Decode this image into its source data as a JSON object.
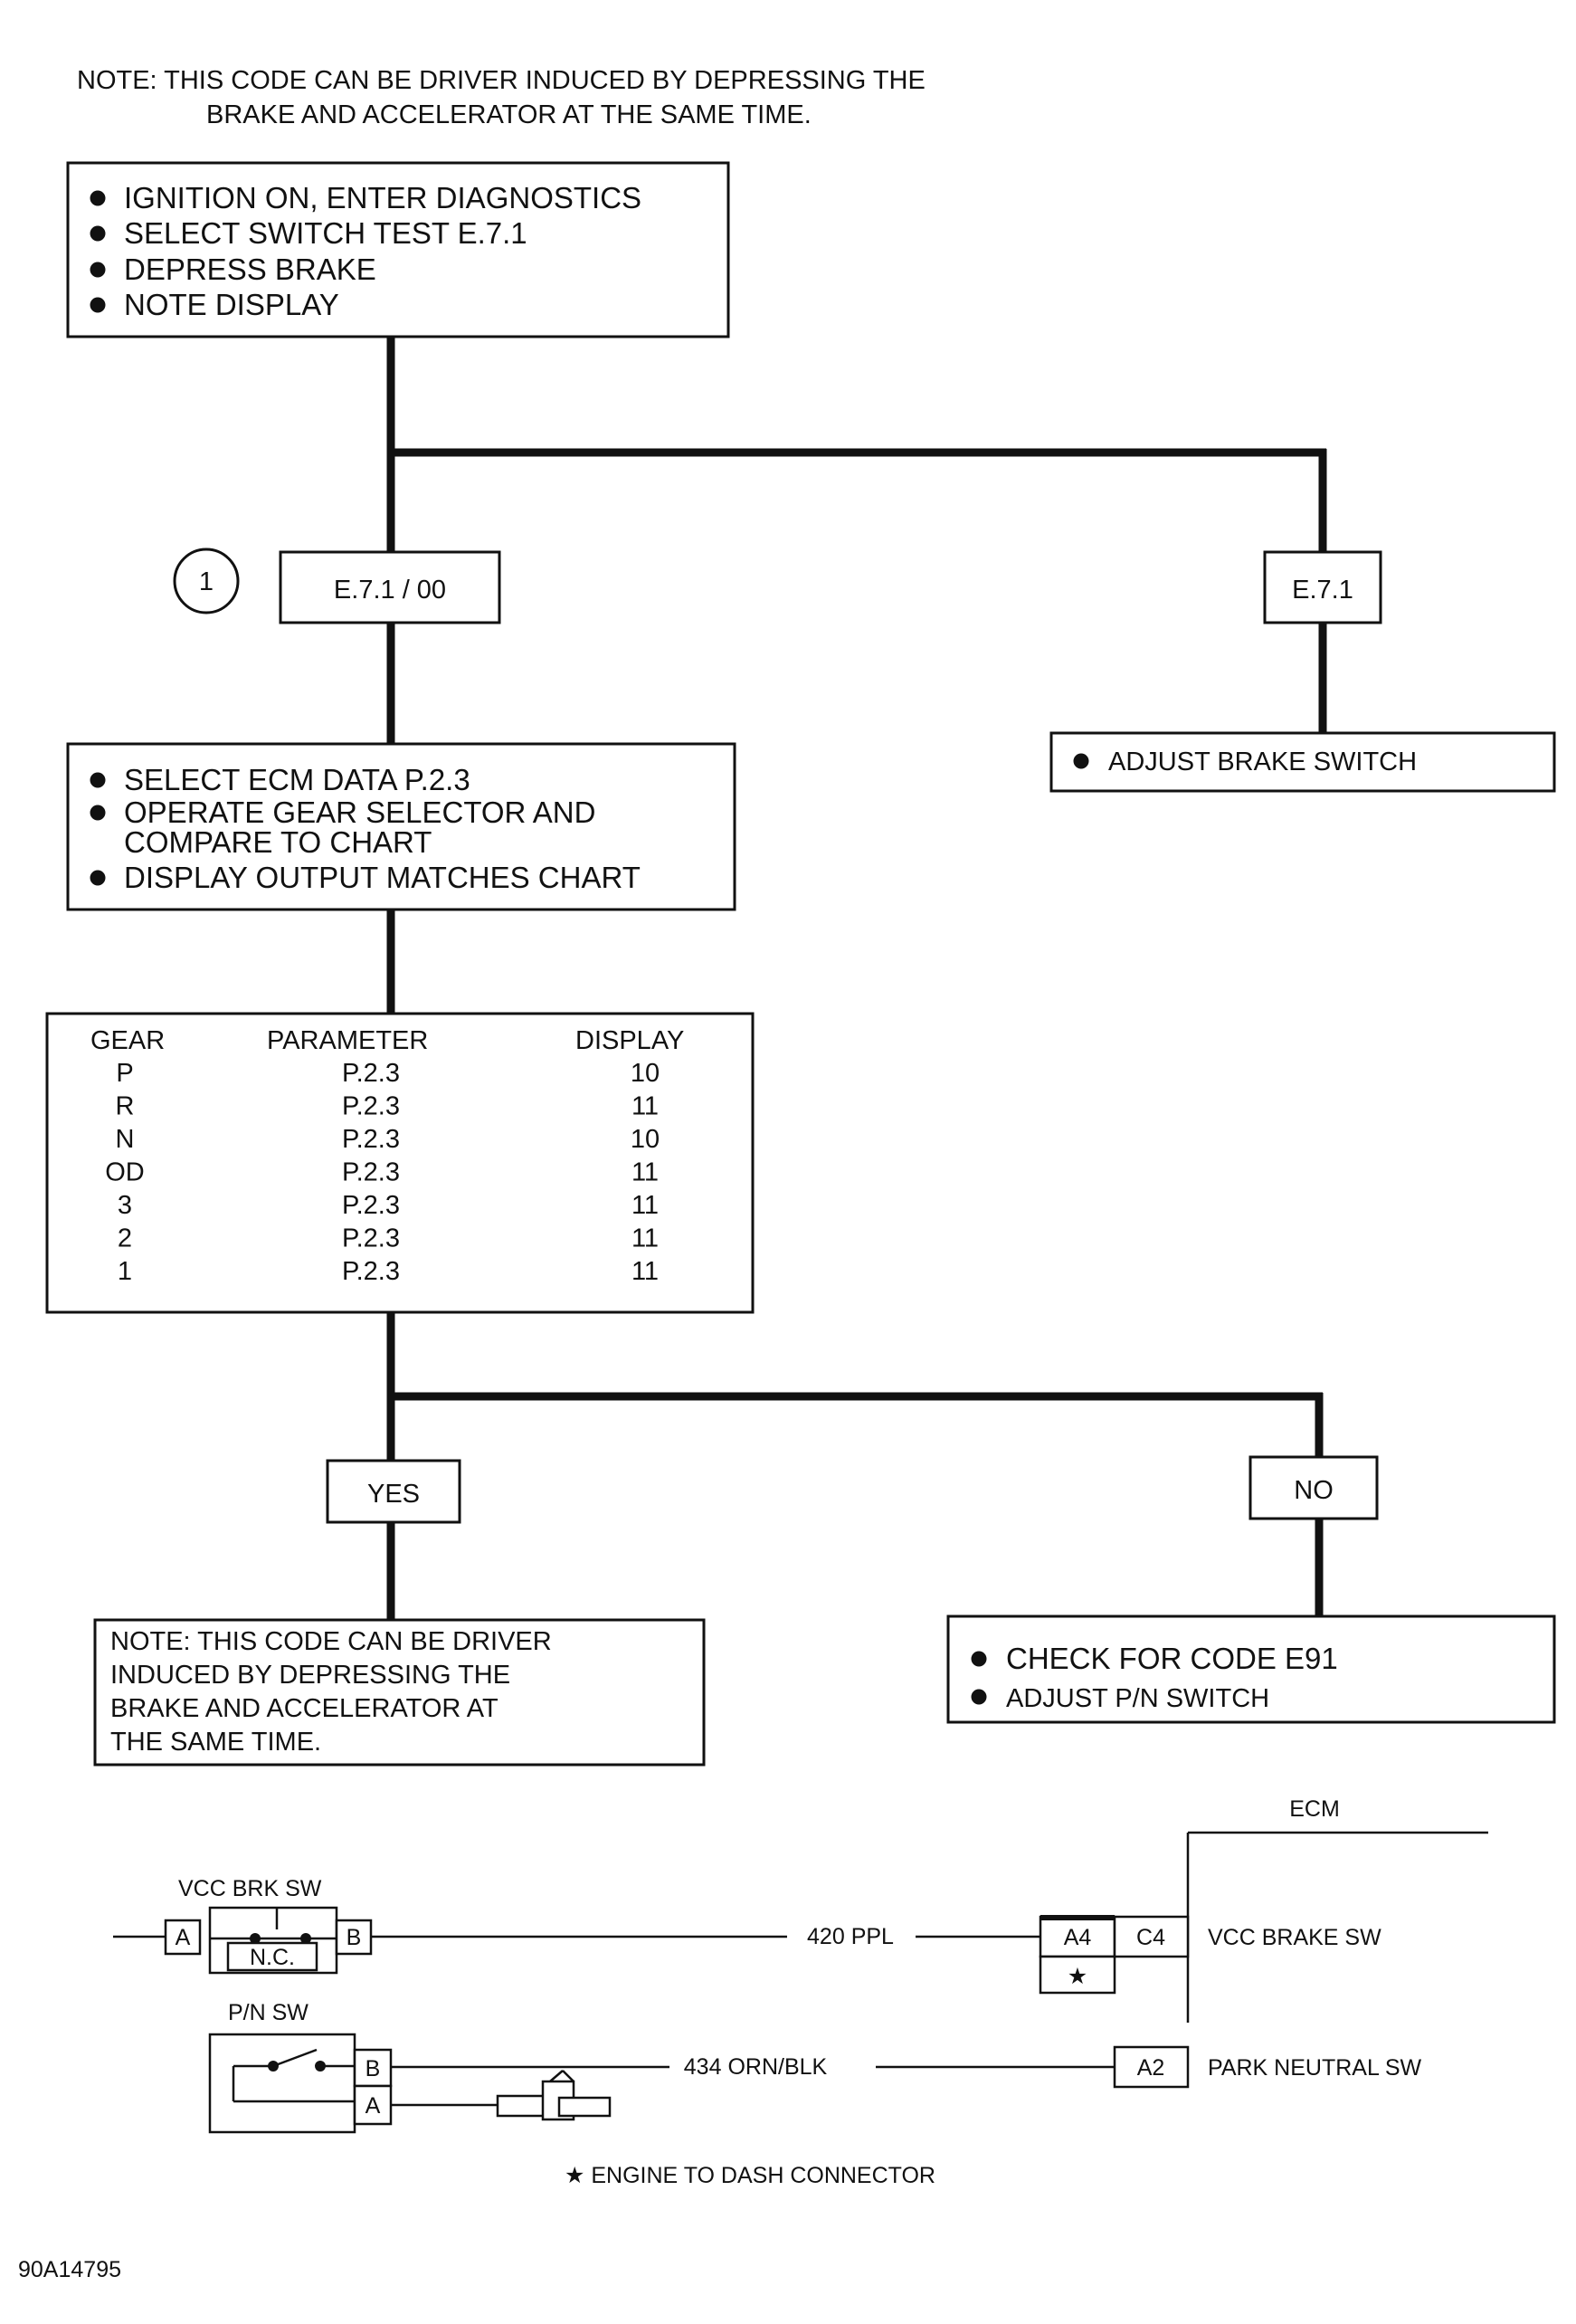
{
  "top_note": {
    "line1": "NOTE: THIS CODE CAN BE DRIVER INDUCED BY DEPRESSING THE",
    "line2": "BRAKE AND ACCELERATOR AT THE SAME TIME."
  },
  "step1": {
    "bullets": [
      "IGNITION ON, ENTER DIAGNOSTICS",
      "SELECT SWITCH TEST E.7.1",
      "DEPRESS BRAKE",
      "NOTE DISPLAY"
    ]
  },
  "marker": {
    "number": "1"
  },
  "result_left": {
    "label": "E.7.1 / 00"
  },
  "result_right": {
    "label": "E.7.1"
  },
  "action_brake": {
    "bullet": "ADJUST BRAKE SWITCH"
  },
  "step2": {
    "bullets": [
      "SELECT ECM DATA P.2.3",
      "OPERATE GEAR SELECTOR  AND",
      "COMPARE TO CHART",
      "DISPLAY OUTPUT MATCHES CHART"
    ]
  },
  "gear_table": {
    "headers": [
      "GEAR",
      "PARAMETER",
      "DISPLAY"
    ],
    "rows": [
      [
        "P",
        "P.2.3",
        "10"
      ],
      [
        "R",
        "P.2.3",
        "11"
      ],
      [
        "N",
        "P.2.3",
        "10"
      ],
      [
        "OD",
        "P.2.3",
        "11"
      ],
      [
        "3",
        "P.2.3",
        "11"
      ],
      [
        "2",
        "P.2.3",
        "11"
      ],
      [
        "1",
        "P.2.3",
        "11"
      ]
    ]
  },
  "decision": {
    "yes": "YES",
    "no": "NO"
  },
  "yes_note": {
    "lines": [
      "NOTE: THIS CODE CAN BE DRIVER",
      "INDUCED BY DEPRESSING THE",
      "BRAKE AND ACCELERATOR AT",
      "THE SAME TIME."
    ]
  },
  "no_action": {
    "bullets": [
      "CHECK FOR CODE E91",
      "ADJUST P/N SWITCH"
    ]
  },
  "wiring": {
    "ecm_label": "ECM",
    "vcc_switch_label": "VCC BRK SW",
    "pin_a": "A",
    "pin_b": "B",
    "nc_label": "N.C.",
    "wire_420": "420 PPL",
    "pin_a4": "A4",
    "pin_c4": "C4",
    "star": "★",
    "vcc_brake_label": "VCC BRAKE SW",
    "pn_switch_label": "P/N SW",
    "wire_434": "434 ORN/BLK",
    "pin_a2": "A2",
    "park_neutral_label": "PARK NEUTRAL SW",
    "legend": "★ ENGINE TO DASH CONNECTOR"
  },
  "figure_id": "90A14795"
}
